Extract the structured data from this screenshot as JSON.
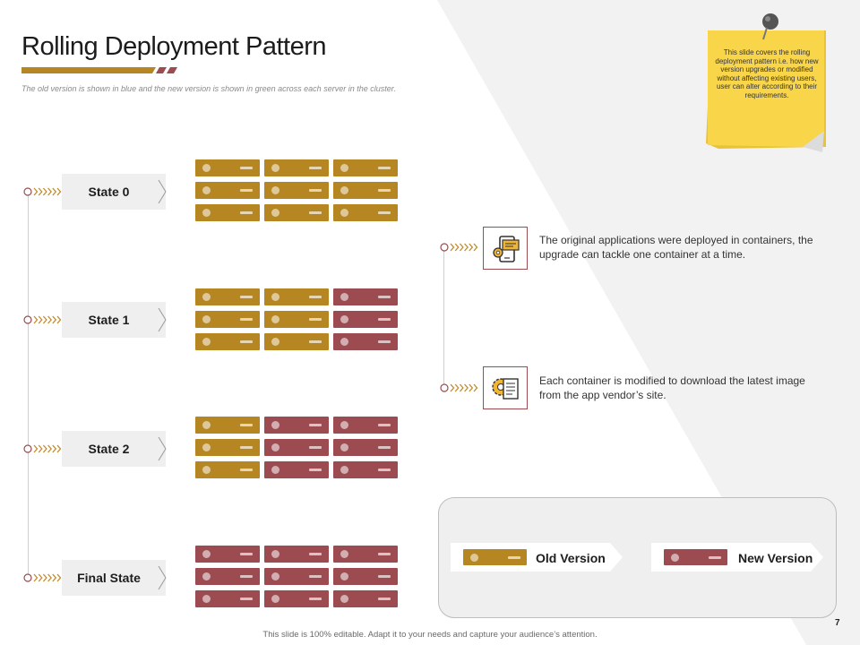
{
  "slide": {
    "title": "Rolling Deployment Pattern",
    "subtitle": "The old version is shown in blue and the new version is shown in green across each server in the cluster.",
    "page_number": "7",
    "footer": "This slide is 100% editable. Adapt it to your needs and capture your audience’s attention."
  },
  "sticky_note": {
    "text": "This slide covers the rolling deployment pattern i.e. how new version upgrades or modified without affecting existing users, user can alter according to their requirements."
  },
  "colors": {
    "old_version": "#b58621",
    "new_version": "#9c4c50",
    "sticky": "#f9d54a"
  },
  "states": [
    {
      "label": "State 0",
      "servers": [
        "old",
        "old",
        "old",
        "old",
        "old",
        "old",
        "old",
        "old",
        "old"
      ]
    },
    {
      "label": "State 1",
      "servers": [
        "old",
        "old",
        "new",
        "old",
        "old",
        "new",
        "old",
        "old",
        "new"
      ]
    },
    {
      "label": "State 2",
      "servers": [
        "old",
        "new",
        "new",
        "old",
        "new",
        "new",
        "old",
        "new",
        "new"
      ]
    },
    {
      "label": "Final State",
      "servers": [
        "new",
        "new",
        "new",
        "new",
        "new",
        "new",
        "new",
        "new",
        "new"
      ]
    }
  ],
  "info_points": [
    {
      "icon": "container-app-icon",
      "text": "The original applications were deployed in containers, the upgrade can tackle one container at a time."
    },
    {
      "icon": "gear-document-icon",
      "text": "Each container is modified to download the latest image from the app vendor’s site."
    }
  ],
  "legend": {
    "old_label": "Old Version",
    "new_label": "New Version"
  }
}
